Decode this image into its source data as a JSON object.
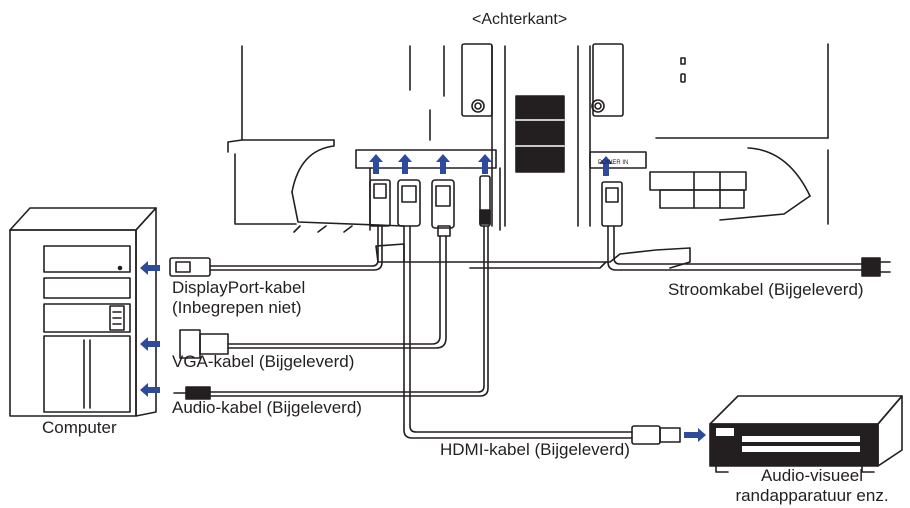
{
  "title": "<Achterkant>",
  "labels": {
    "displayport_line1": "DisplayPort-kabel",
    "displayport_line2": "(Inbegrepen niet)",
    "vga": "VGA-kabel (Bijgeleverd)",
    "audio": "Audio-kabel (Bijgeleverd)",
    "computer": "Computer",
    "power": "Stroomkabel (Bijgeleverd)",
    "hdmi": "HDMI-kabel (Bijgeleverd)",
    "av_line1": "Audio-visueel",
    "av_line2": "randapparatuur enz."
  },
  "ports": {
    "power_in": "POWER IN"
  },
  "colors": {
    "line": "#231f20",
    "arrow": "#2e4a9a",
    "monitor_fill": "#ffffff",
    "device_dark": "#231f20"
  }
}
